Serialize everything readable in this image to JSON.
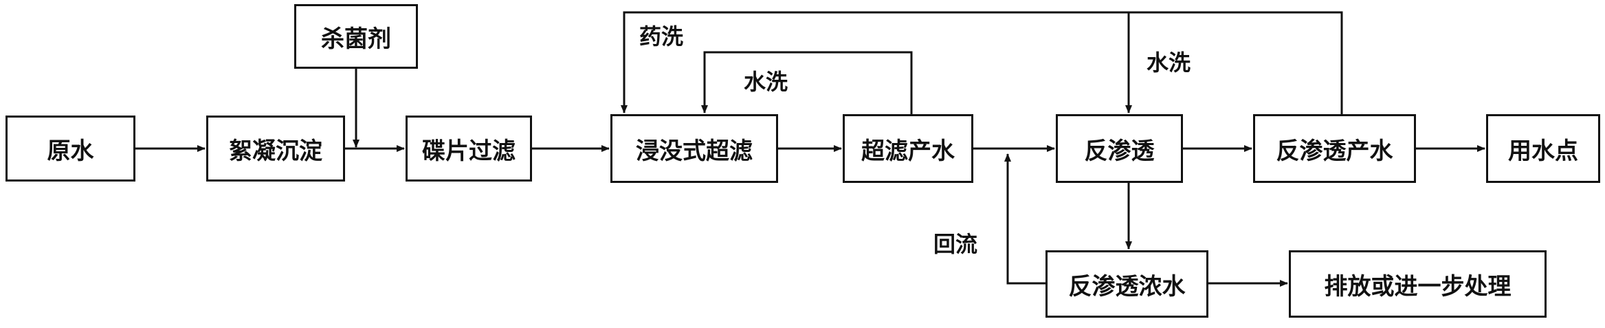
{
  "nodes": {
    "raw_water": "原水",
    "coagulation": "絮凝沉淀",
    "bactericide": "杀菌剂",
    "disc_filter": "碟片过滤",
    "submerged_uf": "浸没式超滤",
    "uf_product": "超滤产水",
    "ro": "反渗透",
    "ro_product": "反渗透产水",
    "use_point": "用水点",
    "ro_concentrate": "反渗透浓水",
    "discharge": "排放或进一步处理"
  },
  "labels": {
    "chem_wash": "药洗",
    "water_wash_uf": "水洗",
    "water_wash_ro": "水洗",
    "reflux": "回流"
  }
}
